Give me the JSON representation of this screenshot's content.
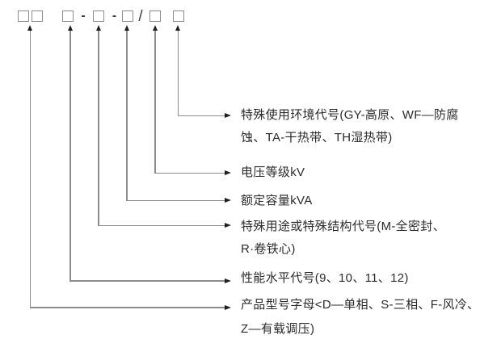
{
  "diagram": {
    "separators": {
      "dash1": "-",
      "dash2": "-",
      "slash": "/"
    },
    "labels": [
      {
        "id": "special-environment-code",
        "lines": [
          "特殊使用环境代号(GY-高原、WF—防腐",
          "蚀、TA-干热带、TH湿热带)"
        ]
      },
      {
        "id": "voltage-class",
        "lines": [
          "电压等级kV"
        ]
      },
      {
        "id": "rated-capacity",
        "lines": [
          "额定容量kVA"
        ]
      },
      {
        "id": "special-use-or-structure-code",
        "lines": [
          "特殊用途或特殊结构代号(M-全密封、",
          "R·卷铁心)"
        ]
      },
      {
        "id": "performance-level-code",
        "lines": [
          "性能水平代号(9、10、11、12)"
        ]
      },
      {
        "id": "product-model-letters",
        "lines": [
          "产品型号字母<D—单相、S-三相、F-风冷、",
          "Z—有载调压)"
        ]
      }
    ]
  }
}
